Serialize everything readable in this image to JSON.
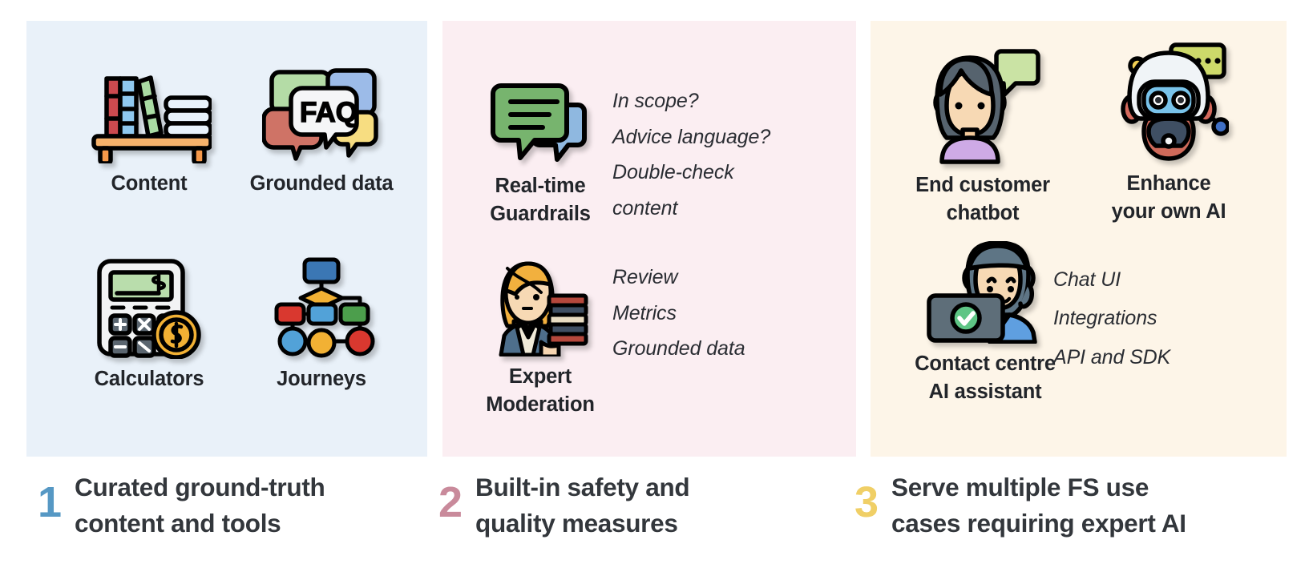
{
  "colors": {
    "panel1_bg": "#e9f1f9",
    "panel2_bg": "#fbeef2",
    "panel3_bg": "#fdf5e8",
    "number1": "#5698c4",
    "number2": "#c98a9b",
    "number3": "#f0cf66",
    "caption_text": "#33373c",
    "label_text": "#22252a"
  },
  "panels": [
    {
      "id": "curated-ground-truth",
      "items": [
        {
          "label": "Content",
          "icon": "bookshelf-icon"
        },
        {
          "label": "Grounded data",
          "icon": "faq-speech-bubbles-icon"
        },
        {
          "label": "Calculators",
          "icon": "calculator-coin-icon"
        },
        {
          "label": "Journeys",
          "icon": "flowchart-icon"
        }
      ],
      "notes": []
    },
    {
      "id": "built-in-safety",
      "items": [
        {
          "label": "Real-time\nGuardrails",
          "icon": "chat-bubbles-icon"
        },
        {
          "label": "Expert\nModeration",
          "icon": "expert-woman-books-icon"
        }
      ],
      "notes": [
        {
          "group": "guardrails",
          "lines": [
            "In scope?",
            "Advice language?",
            "Double-check\ncontent"
          ]
        },
        {
          "group": "moderation",
          "lines": [
            "Review",
            "Metrics",
            "Grounded data"
          ]
        }
      ]
    },
    {
      "id": "serve-use-cases",
      "items": [
        {
          "label": "End customer\nchatbot",
          "icon": "customer-avatar-chat-icon"
        },
        {
          "label": "Enhance\nyour own AI",
          "icon": "robot-chat-icon"
        },
        {
          "label": "Contact centre\nAI assistant",
          "icon": "agent-laptop-icon"
        }
      ],
      "notes": [
        {
          "group": "channels",
          "lines": [
            "Chat UI",
            "Integrations",
            "API and SDK"
          ]
        }
      ]
    }
  ],
  "captions": [
    {
      "number": "1",
      "text": "Curated ground-truth\ncontent and tools"
    },
    {
      "number": "2",
      "text": "Built-in safety and\nquality measures"
    },
    {
      "number": "3",
      "text": "Serve multiple FS use\ncases requiring expert AI"
    }
  ]
}
